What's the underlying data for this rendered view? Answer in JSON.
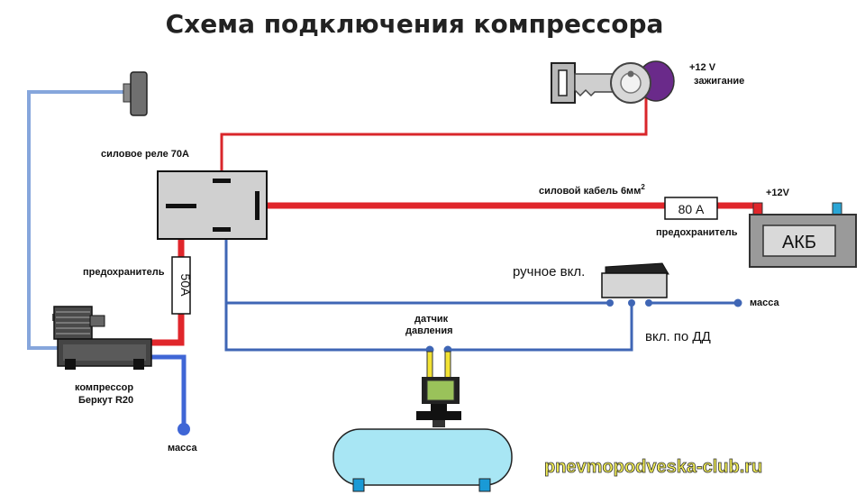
{
  "title": "Схема  подключения компрессора",
  "ignition": {
    "voltage": "+12 V",
    "label": "зажигание"
  },
  "relay": {
    "label": "силовое реле  70А"
  },
  "cable": {
    "label": "силовой кабель 6мм",
    "superscript": "2"
  },
  "battery": {
    "voltage": "+12V",
    "label": "АКБ"
  },
  "main_fuse": {
    "value": "80 А",
    "label": "предохранитель"
  },
  "compressor_fuse": {
    "value": "50А",
    "label": "предохранитель"
  },
  "manual_switch": {
    "label": "ручное вкл."
  },
  "ground_right": {
    "label": "масса"
  },
  "ground_bottom": {
    "label": "масса"
  },
  "pressure_sensor": {
    "label_line1": "датчик",
    "label_line2": "давления"
  },
  "auto_on": {
    "label": "вкл. по ДД"
  },
  "compressor": {
    "label_line1": "компрессор",
    "label_line2": "Беркут R20"
  },
  "watermark": "pnevmopodveska-club.ru",
  "colors": {
    "power_wire": "#e0262b",
    "control_wire": "#3f66b5",
    "air_line": "#86a6dc",
    "ignition_switch": "#6a2a8a",
    "receiver": "#a8e6f4",
    "sensor": "#9ac25a"
  }
}
